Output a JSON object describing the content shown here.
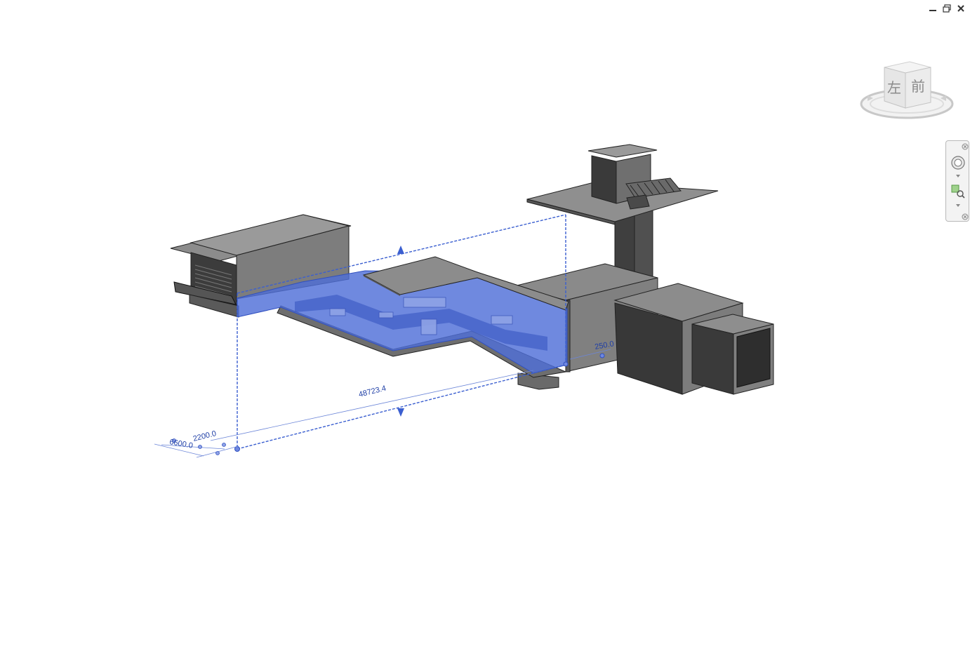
{
  "window_controls": {
    "minimize_icon": "minimize-icon",
    "restore_icon": "restore-icon",
    "close_icon": "close-icon"
  },
  "viewcube": {
    "left_face": "左",
    "front_face": "前"
  },
  "navigation_bar": {
    "tools": [
      "steering-wheel-icon",
      "zoom-region-icon"
    ]
  },
  "dimensions": {
    "length": "48723.4",
    "offset_a": "6600.0",
    "offset_b": "2200.0",
    "height": "250.0"
  },
  "colors": {
    "selection_fill": "#4f6fd8",
    "selection_stroke": "#2f4fc0",
    "dimension_text": "#1f3fa6",
    "model_dark": "#3a3a3a",
    "model_mid": "#7a7a7a",
    "model_light": "#9e9e9e"
  }
}
